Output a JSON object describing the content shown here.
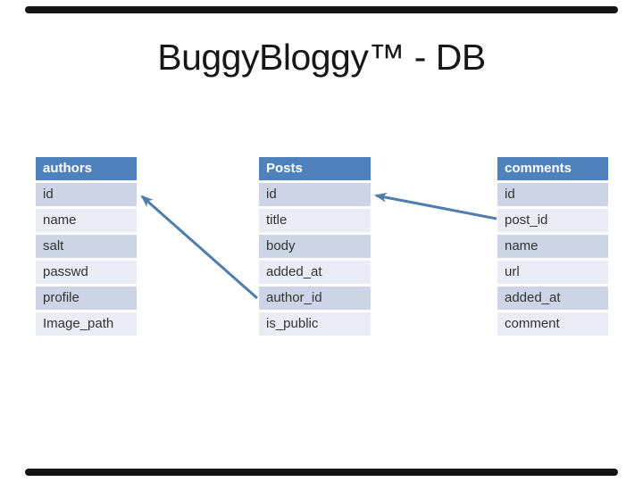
{
  "slide": {
    "title": "BuggyBloggy™ - DB"
  },
  "tables": [
    {
      "name": "authors",
      "fields": [
        "id",
        "name",
        "salt",
        "passwd",
        "profile",
        "Image_path"
      ]
    },
    {
      "name": "Posts",
      "fields": [
        "id",
        "title",
        "body",
        "added_at",
        "author_id",
        "is_public"
      ]
    },
    {
      "name": "comments",
      "fields": [
        "id",
        "post_id",
        "name",
        "url",
        "added_at",
        "comment"
      ]
    }
  ],
  "relations": [
    {
      "from": "Posts.author_id",
      "to": "authors.id"
    },
    {
      "from": "comments.post_id",
      "to": "Posts.id"
    }
  ],
  "colors": {
    "header_bg": "#4f81bd",
    "header_text": "#ffffff",
    "row_dark": "#ccd4e5",
    "row_light": "#e9ecf4",
    "row_text": "#333333",
    "title_text": "#171717",
    "arrow": "#4f7dac",
    "bar": "#141414"
  }
}
